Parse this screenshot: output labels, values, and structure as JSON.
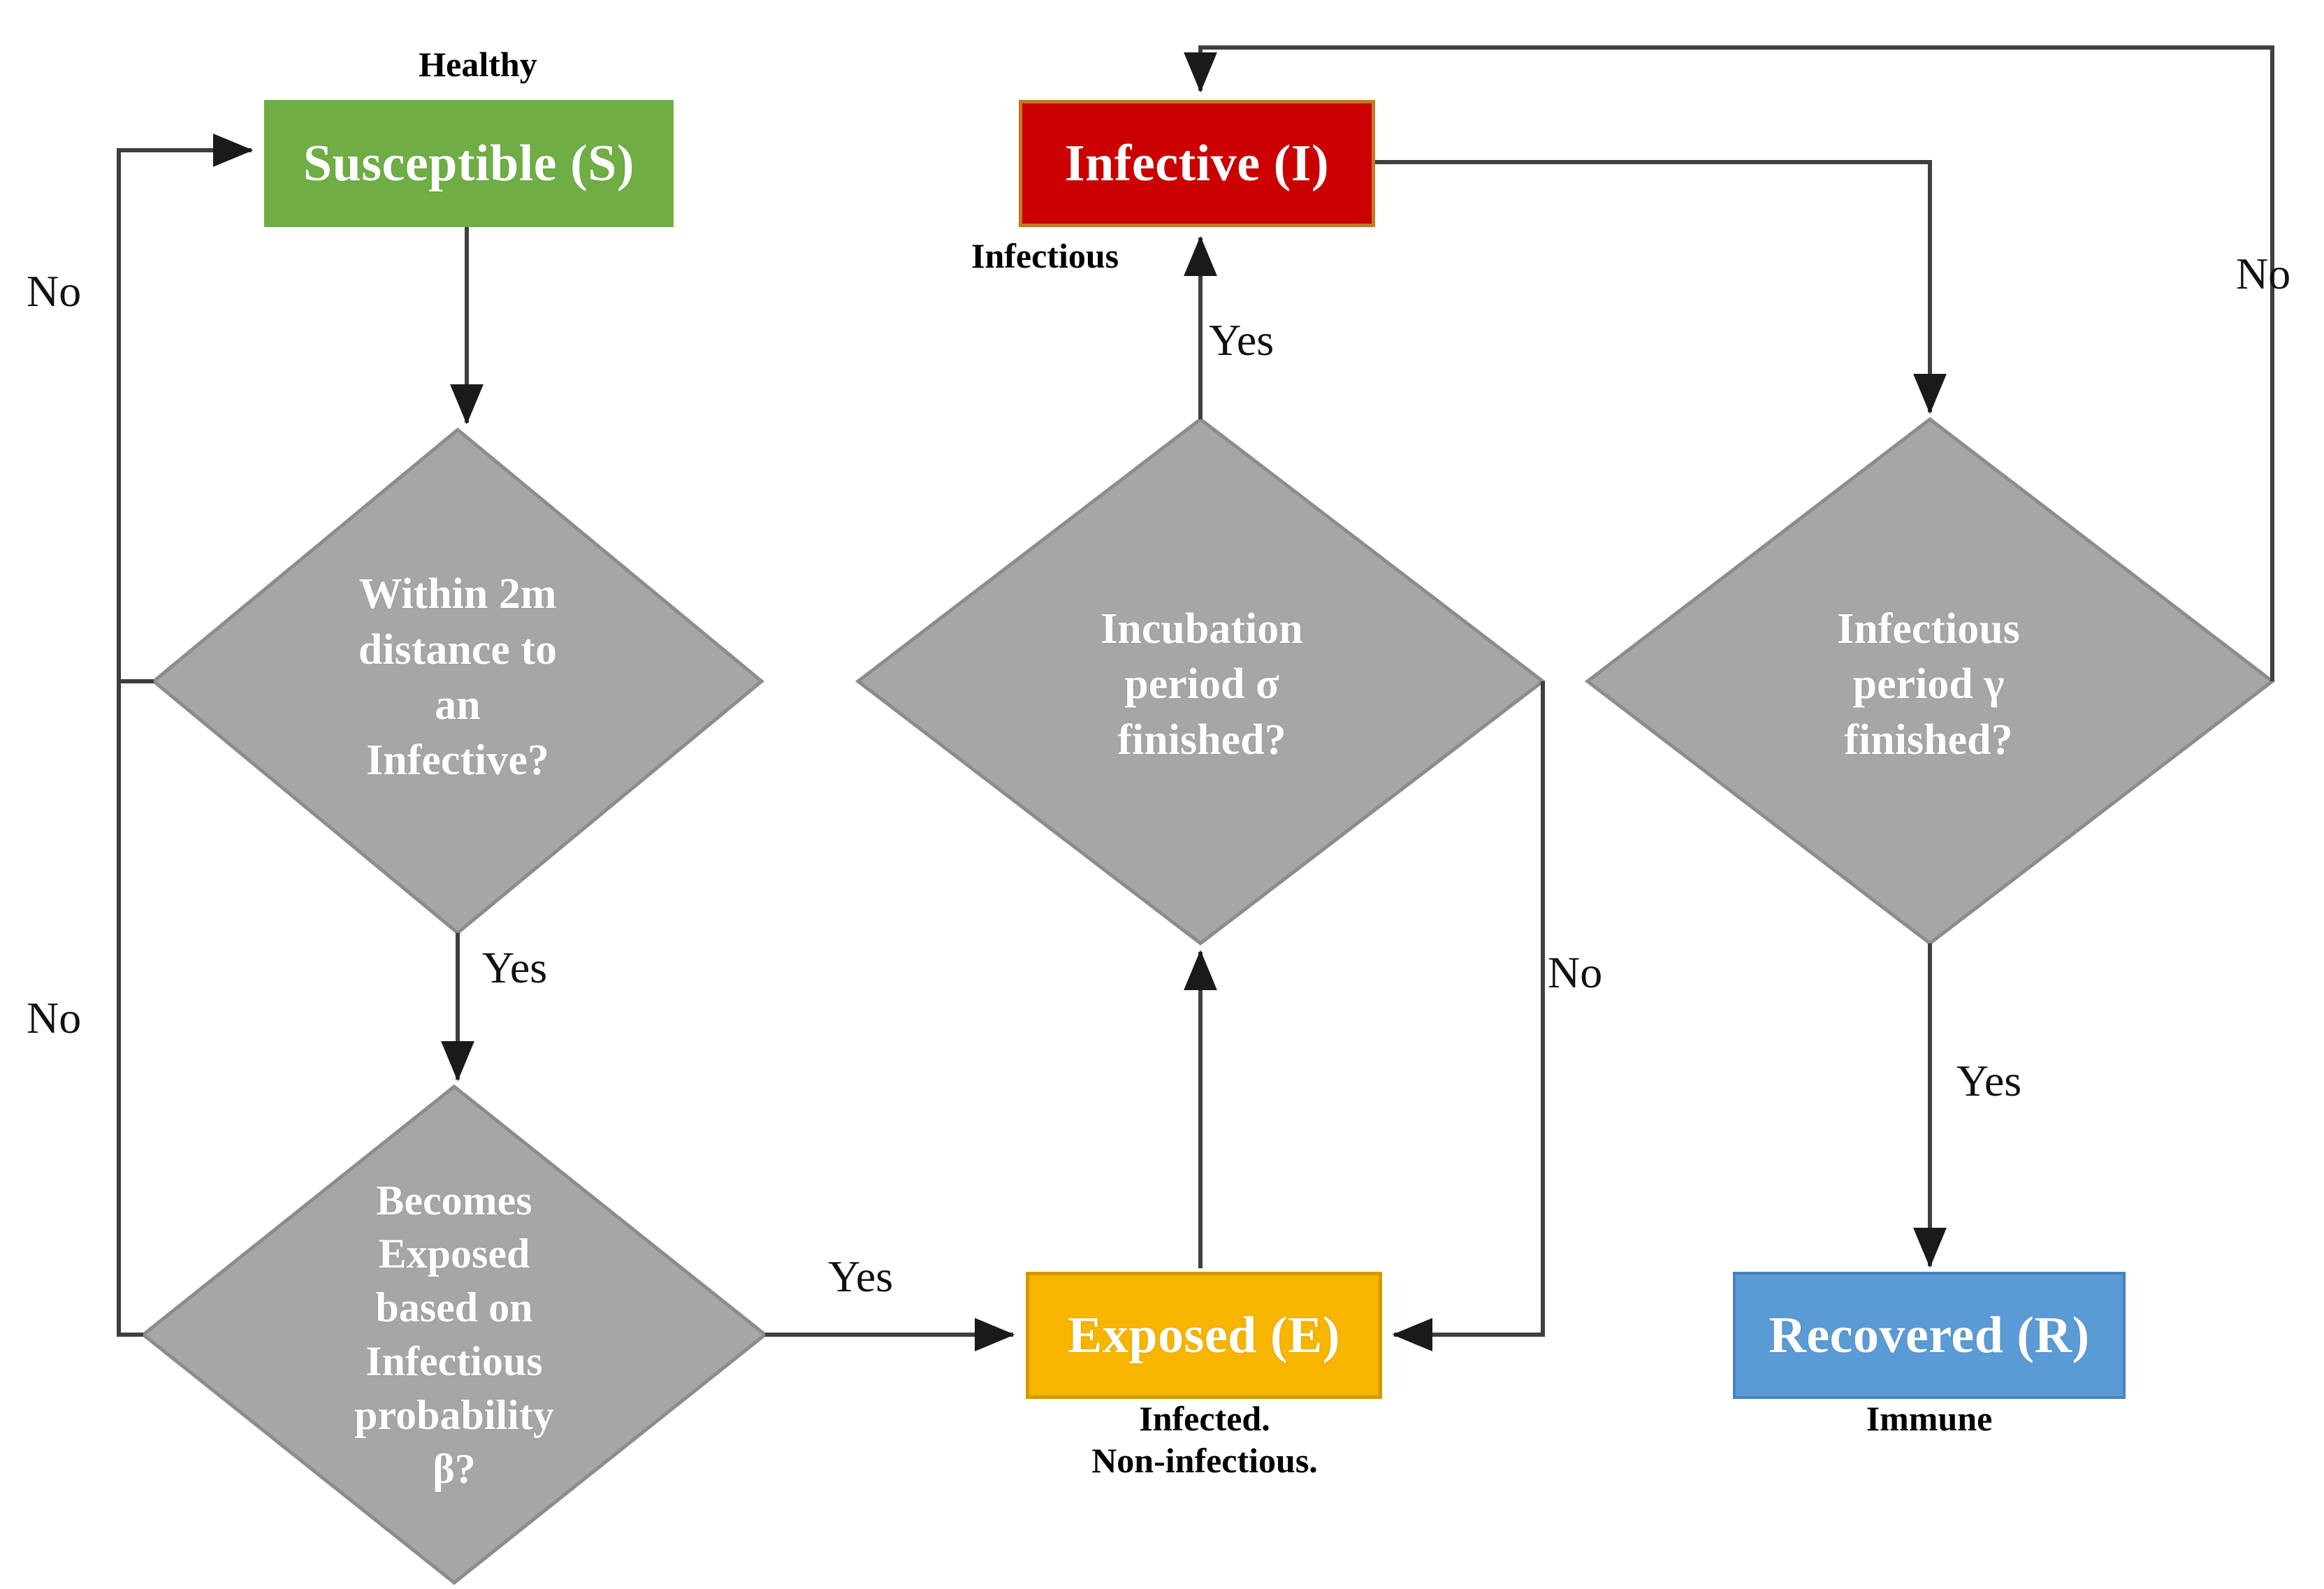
{
  "diagram": {
    "title": "SEIR agent state transition flowchart",
    "colors": {
      "susceptible": "#6FAE44",
      "infective": "#CC0000",
      "infective_border": "#C07A28",
      "exposed": "#F7B500",
      "exposed_border": "#D39A00",
      "recovered": "#5B9BD5",
      "decision": "#A6A6A6",
      "edge": "#3F3F3F",
      "text_on_fill": "#FFFFFF",
      "label_text": "#111111"
    },
    "nodes": {
      "susceptible": {
        "label": "Susceptible (S)",
        "caption": "Healthy",
        "shape": "box"
      },
      "infective": {
        "label": "Infective (I)",
        "caption": "Infectious",
        "shape": "box"
      },
      "exposed": {
        "label": "Exposed (E)",
        "caption": "Infected.\nNon-infectious.",
        "shape": "box"
      },
      "recovered": {
        "label": "Recovered (R)",
        "caption": "Immune",
        "shape": "box"
      },
      "distance_check": {
        "label": "Within 2m\ndistance to\nan\nInfective?",
        "shape": "diamond"
      },
      "exposure_check": {
        "label": "Becomes\nExposed\nbased on\nInfectious\nprobability\nβ?",
        "shape": "diamond"
      },
      "incubation_check": {
        "label": "Incubation\nperiod σ\nfinished?",
        "shape": "diamond"
      },
      "infperiod_check": {
        "label": "Infectious\nperiod γ\nfinished?",
        "shape": "diamond"
      }
    },
    "edge_labels": {
      "no_distance": "No",
      "no_exposure": "No",
      "yes_distance_to_exposure": "Yes",
      "yes_exposure_to_exposed": "Yes",
      "yes_incubation_to_infective": "Yes",
      "no_incubation": "No",
      "no_infectious_period": "No",
      "yes_infectious_period_to_recovered": "Yes"
    },
    "edges": [
      {
        "from": "susceptible",
        "to": "distance_check",
        "label": ""
      },
      {
        "from": "distance_check",
        "to": "susceptible",
        "label": "No"
      },
      {
        "from": "distance_check",
        "to": "exposure_check",
        "label": "Yes"
      },
      {
        "from": "exposure_check",
        "to": "susceptible",
        "label": "No"
      },
      {
        "from": "exposure_check",
        "to": "exposed",
        "label": "Yes"
      },
      {
        "from": "exposed",
        "to": "incubation_check",
        "label": ""
      },
      {
        "from": "incubation_check",
        "to": "infective",
        "label": "Yes"
      },
      {
        "from": "incubation_check",
        "to": "exposed",
        "label": "No"
      },
      {
        "from": "infective",
        "to": "infperiod_check",
        "label": ""
      },
      {
        "from": "infperiod_check",
        "to": "infective",
        "label": "No"
      },
      {
        "from": "infperiod_check",
        "to": "recovered",
        "label": "Yes"
      }
    ]
  }
}
